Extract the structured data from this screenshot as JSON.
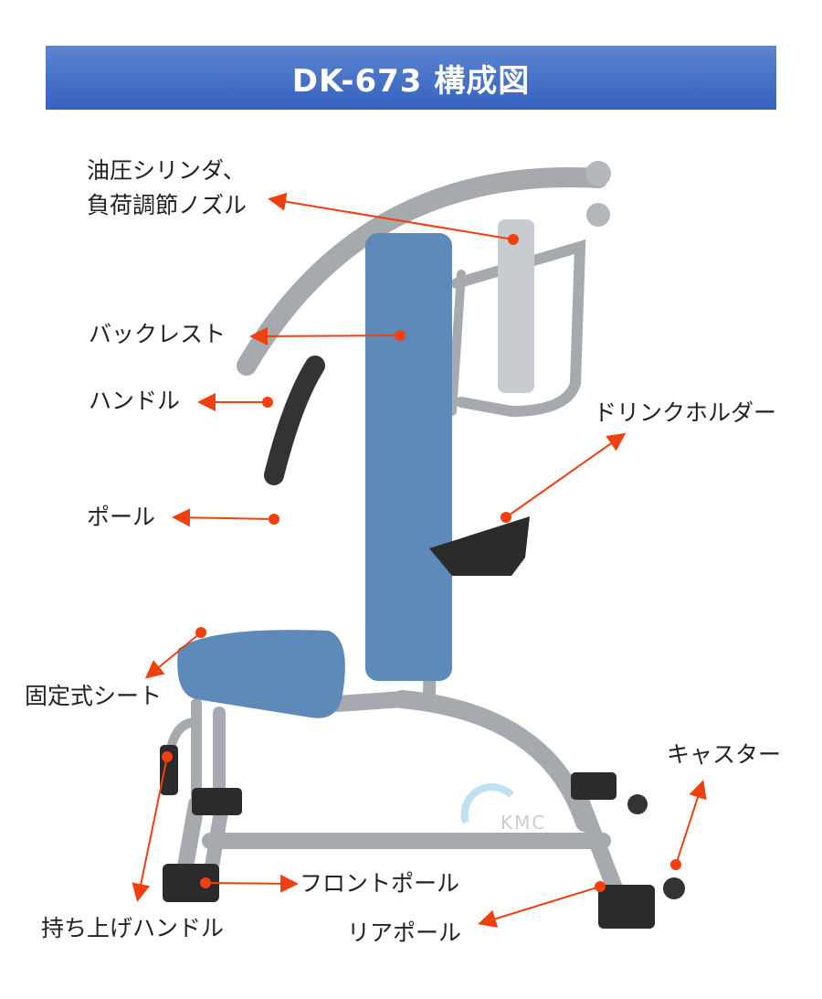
{
  "header": {
    "title": "DK-673  構成図"
  },
  "watermark": "KMC",
  "colors": {
    "accent": "#f0400f",
    "banner_top": "#5d84cf",
    "banner_bottom": "#3462bf",
    "backrest": "#5d8ab8",
    "frame": "#a6a9ad"
  },
  "labels": {
    "cylinder": "油圧シリンダ、\n負荷調節ノズル",
    "backrest": "バックレスト",
    "handle": "ハンドル",
    "pole": "ポール",
    "drink_holder": "ドリンクホルダー",
    "seat": "固定式シート",
    "caster": "キャスター",
    "lift_handle": "持ち上げハンドル",
    "front_pole": "フロントポール",
    "rear_pole": "リアポール"
  }
}
